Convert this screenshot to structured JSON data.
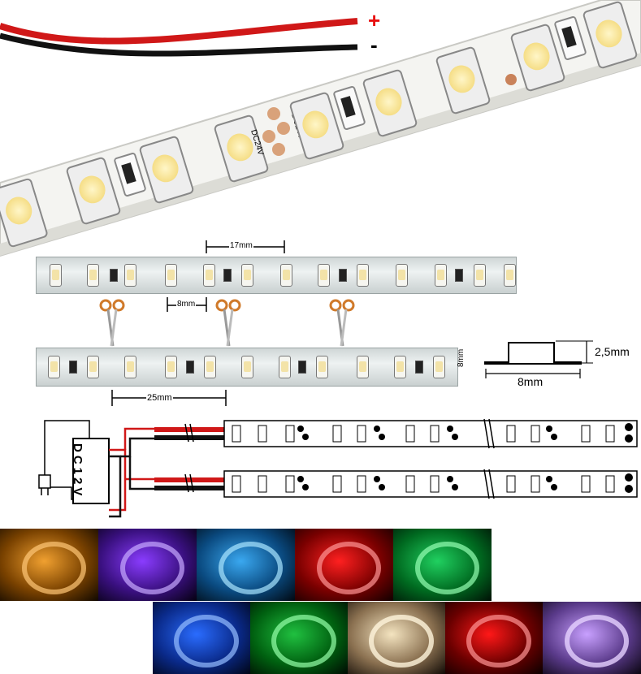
{
  "polarity": {
    "plus": "+",
    "minus": "-"
  },
  "strip_print": {
    "voltage_a": "DC24V",
    "voltage_b": "DC24V"
  },
  "dimensions": {
    "segment_pitch": "17mm",
    "cut_gap": "8mm",
    "cut_length": "25mm",
    "strip_width": "8mm",
    "profile_width": "8mm",
    "profile_height": "2,5mm"
  },
  "wiring": {
    "power_supply_label": "DC12V",
    "chars": [
      "D",
      "C",
      "1",
      "2",
      "V"
    ]
  },
  "colors": {
    "wire_red": "#d01818",
    "wire_black": "#111111",
    "plus_red": "#e81010",
    "led_warm": "#f3e3a8",
    "row1": [
      "#f0a030",
      "#8a3cff",
      "#3aa8f0",
      "#ff2020",
      "#20d060"
    ],
    "row2": [
      "#2a6cff",
      "#20c040",
      "#f4e4c0",
      "#ff1818",
      "#c8a0ff"
    ]
  },
  "icons": [
    "scissors-icon",
    "power-plug-icon"
  ]
}
